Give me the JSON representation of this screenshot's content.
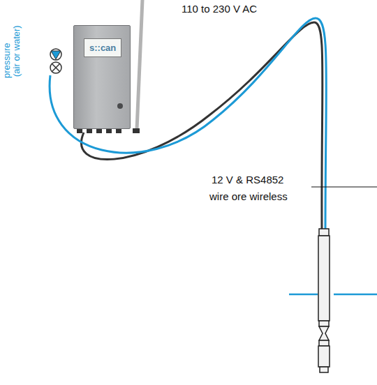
{
  "diagram": {
    "nodes": [
      {
        "text": [
          "s::can"
        ]
      }
    ],
    "labels": [
      "110 to 230 V AC",
      "pressure",
      "(air or water)",
      "12 V & RS4852",
      "wire ore wireless"
    ]
  }
}
